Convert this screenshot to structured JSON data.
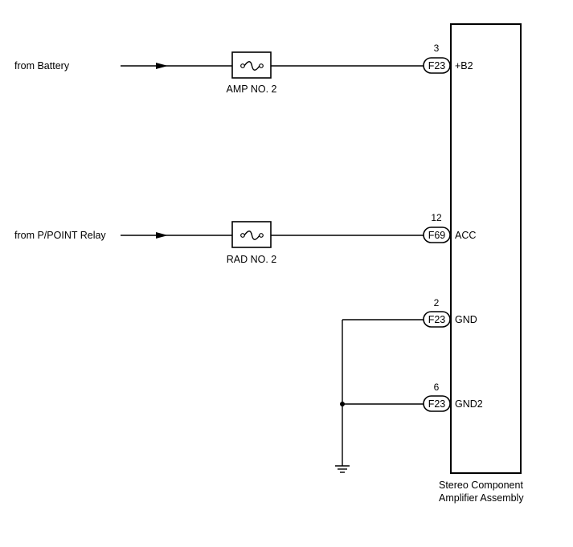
{
  "inputs": {
    "battery": "from Battery",
    "pointRelay": "from P/POINT Relay"
  },
  "fuses": {
    "amp": "AMP NO. 2",
    "rad": "RAD NO. 2"
  },
  "connectors": {
    "b2": {
      "pin": "3",
      "id": "F23",
      "signal": "+B2"
    },
    "acc": {
      "pin": "12",
      "id": "F69",
      "signal": "ACC"
    },
    "gnd": {
      "pin": "2",
      "id": "F23",
      "signal": "GND"
    },
    "gnd2": {
      "pin": "6",
      "id": "F23",
      "signal": "GND2"
    }
  },
  "component": {
    "line1": "Stereo Component",
    "line2": "Amplifier Assembly"
  }
}
